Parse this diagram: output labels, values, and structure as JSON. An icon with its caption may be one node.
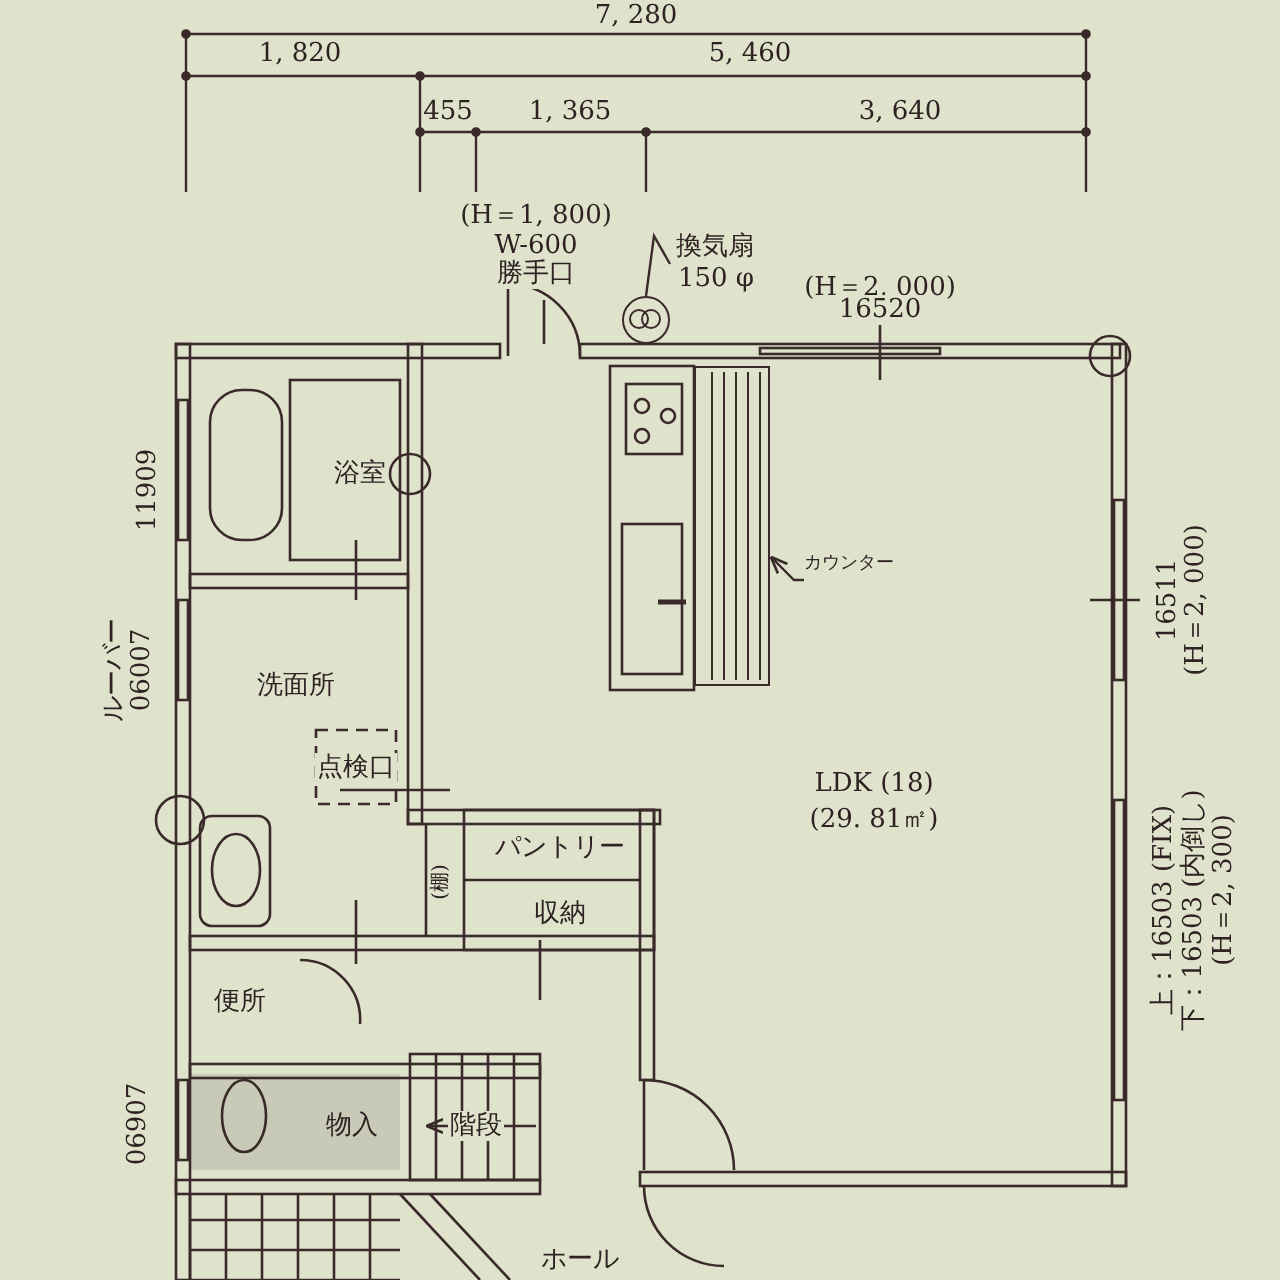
{
  "diagram": {
    "nodes": [
      {
        "text": [
          "カウンター"
        ]
      },
      {
        "text": [],
        "shape": "box"
      },
      {
        "text": [
          "換気扇",
          "150 φ"
        ]
      },
      {
        "text": [],
        "shape": "circle"
      }
    ],
    "edges": [
      {
        "from": 0,
        "to": 1,
        "arrow": "to"
      },
      {
        "from": 2,
        "to": 3,
        "arrow": "none"
      }
    ],
    "labels": [
      "7, 280",
      "1, 820",
      "5, 460",
      "455",
      "1, 365",
      "3, 640",
      "(H＝1, 800)",
      "W-600",
      "勝手口",
      "(H＝2, 000)",
      "16520",
      "浴室",
      "11909",
      "ルーバー",
      "06007",
      "洗面所",
      "点検口",
      "(棚)",
      "パントリー",
      "収納",
      "LDK (18)",
      "(29. 81㎡)",
      "16511",
      "(H＝2, 000)",
      "便所",
      "物入",
      "階段",
      "06907",
      "ホール",
      "上：16503 (FIX)",
      "下：16503 (内倒し)",
      "(H＝2, 300)"
    ]
  }
}
